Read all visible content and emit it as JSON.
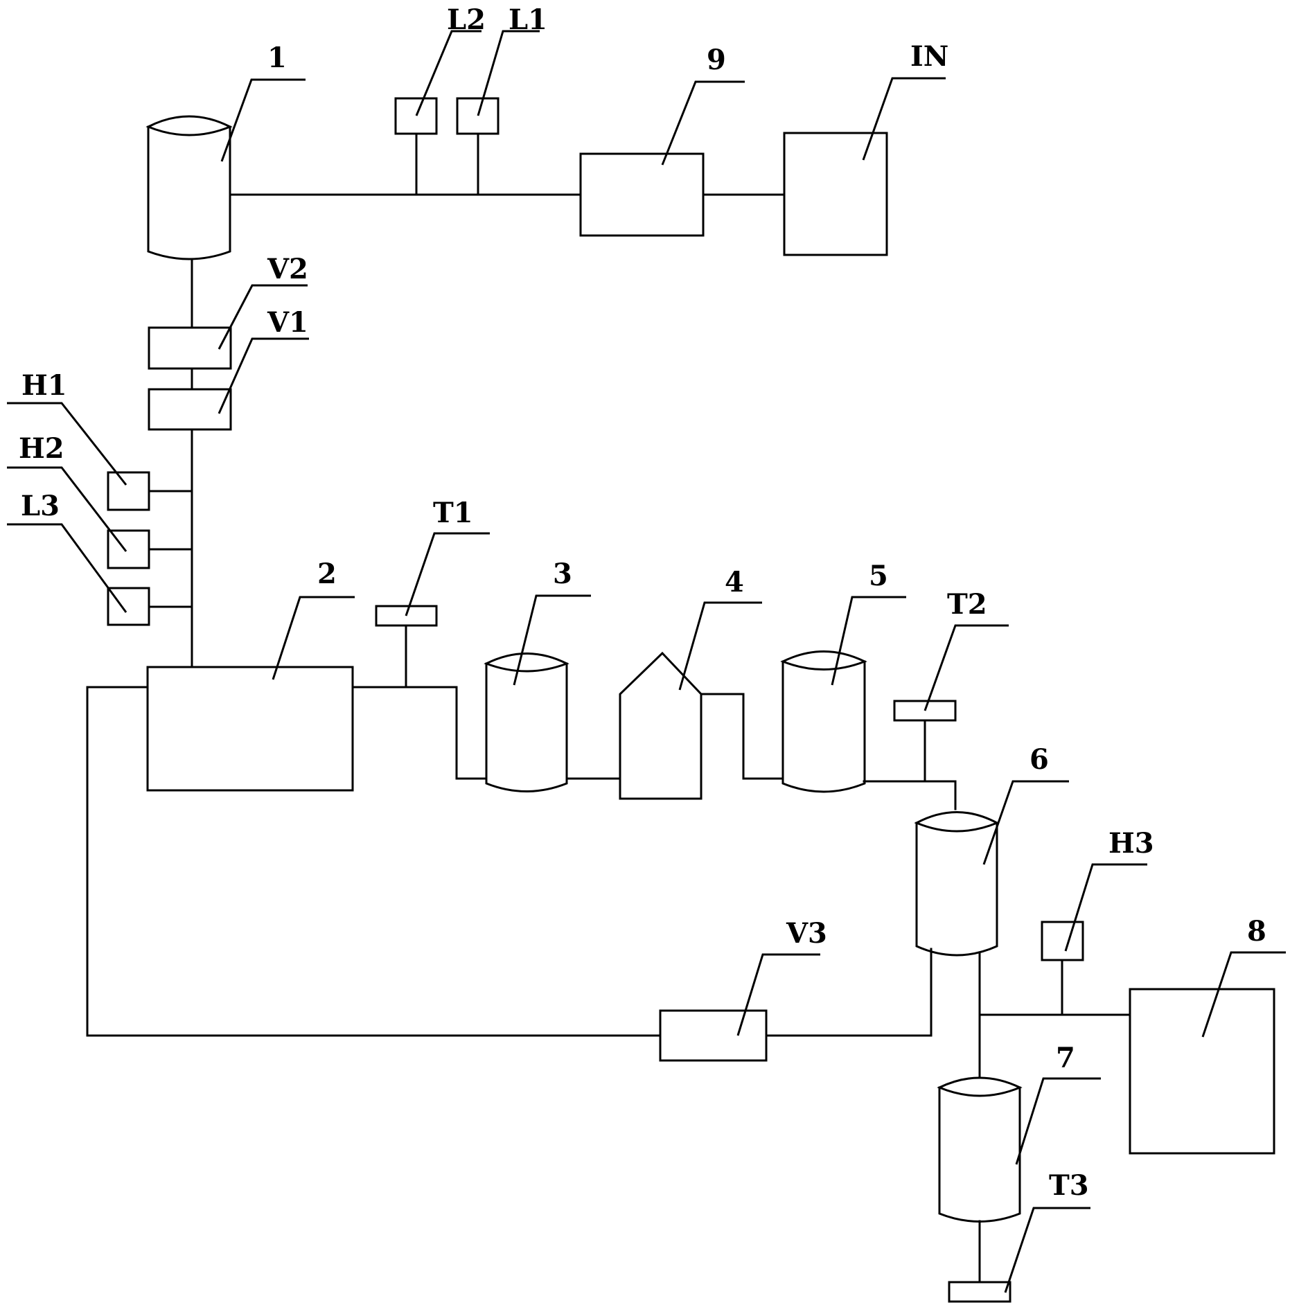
{
  "labels": {
    "c1": "1",
    "c2": "2",
    "c3": "3",
    "c4": "4",
    "c5": "5",
    "c6": "6",
    "c7": "7",
    "c8": "8",
    "c9": "9",
    "in": "IN",
    "l1": "L1",
    "l2": "L2",
    "l3": "L3",
    "h1": "H1",
    "h2": "H2",
    "h3": "H3",
    "v1": "V1",
    "v2": "V2",
    "v3": "V3",
    "t1": "T1",
    "t2": "T2",
    "t3": "T3"
  }
}
